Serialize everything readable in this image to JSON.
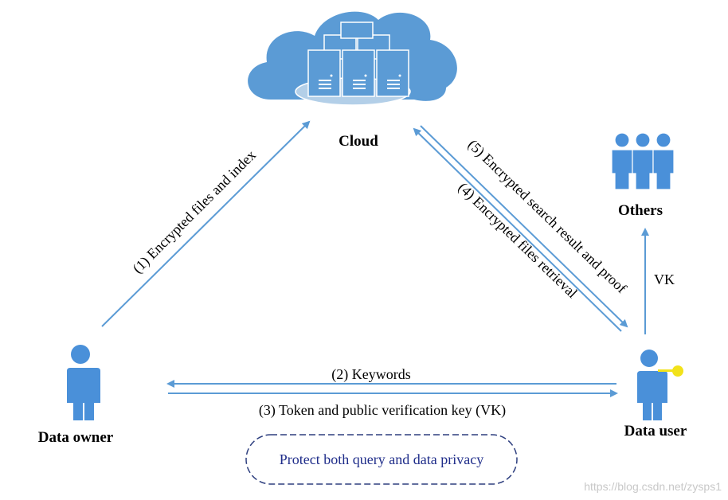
{
  "nodes": {
    "cloud": "Cloud",
    "owner": "Data owner",
    "user": "Data user",
    "others": "Others"
  },
  "edges": {
    "e1": "(1) Encrypted files and index",
    "e2": "(2) Keywords",
    "e3": "(3) Token and public verification key (VK)",
    "e4": "(4) Encrypted files retrieval",
    "e5": "(5) Encrypted search result and proof",
    "vk": "VK"
  },
  "banner": "Protect both query and data privacy",
  "watermark": "https://blog.csdn.net/zysps1",
  "colors": {
    "arrow": "#5b9bd5",
    "figure": "#4a90d9",
    "cloud": "#5b9bd5",
    "banner_border": "#2e3f7f",
    "banner_text": "#1f2d8a",
    "key": "#f2e21a"
  }
}
